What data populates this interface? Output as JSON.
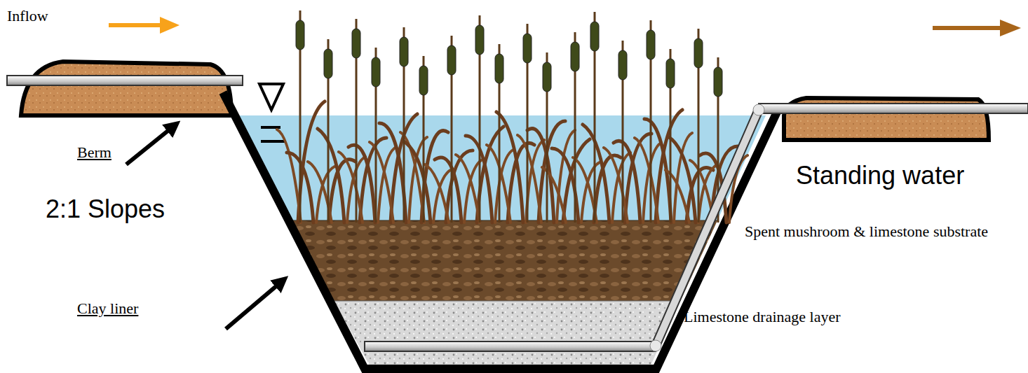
{
  "diagram": {
    "labels": [
      "Inflow",
      "Berm",
      "2:1 Slopes",
      "Standing water",
      "Spent mushroom & limestone substrate",
      "Clay liner",
      "Limestone drainage layer"
    ]
  }
}
